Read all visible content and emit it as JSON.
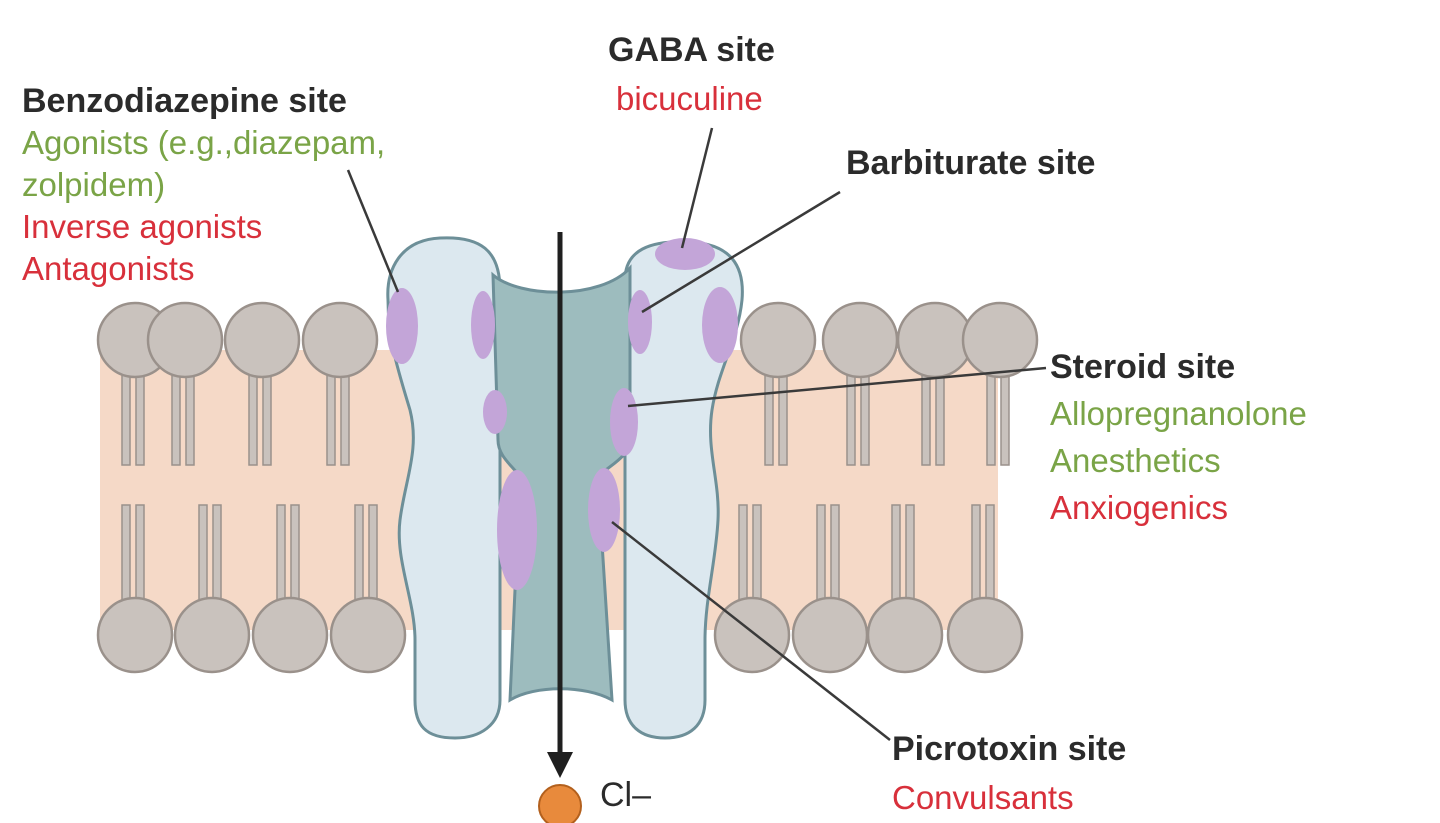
{
  "diagram": {
    "colors": {
      "membrane": "#f5d9c7",
      "lipid_head": "#c9c2bd",
      "lipid_stroke": "#9a918b",
      "channel_outer": "#dce8ef",
      "channel_stroke": "#6d8f98",
      "channel_pore": "#9dbcbe",
      "binding_site": "#c3a5d8",
      "agonist_text": "#7aa447",
      "antagonist_text": "#d8303b",
      "heading_text": "#2b2b2b",
      "ion_fill": "#e88a3c"
    },
    "labels": {
      "benzodiazepine": {
        "title": "Benzodiazepine site",
        "line1": "Agonists (e.g.,diazepam,",
        "line2": "zolpidem)",
        "line3": "Inverse agonists",
        "line4": "Antagonists"
      },
      "gaba": {
        "title": "GABA site",
        "line1": "bicuculine"
      },
      "barbiturate": {
        "title": "Barbiturate site"
      },
      "steroid": {
        "title": "Steroid site",
        "line1": "Allopregnanolone",
        "line2": "Anesthetics",
        "line3": "Anxiogenics"
      },
      "picrotoxin": {
        "title": "Picrotoxin site",
        "line1": "Convulsants"
      },
      "ion": "Cl–"
    }
  }
}
